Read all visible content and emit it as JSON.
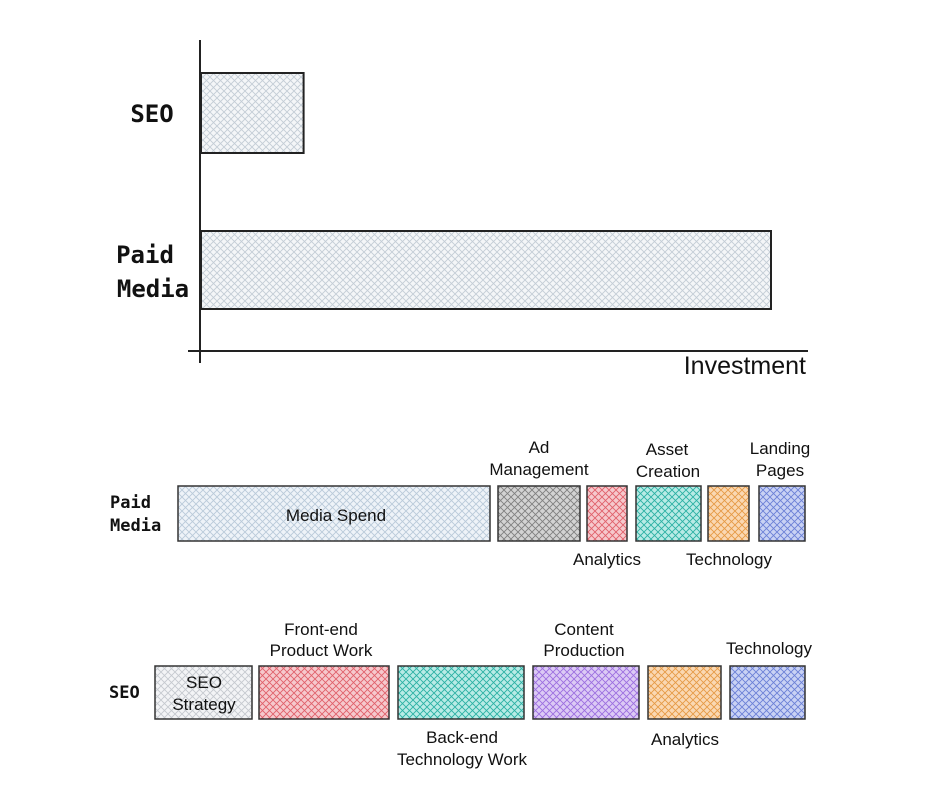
{
  "top_chart": {
    "axis_label": "Investment",
    "rows": [
      {
        "label_lines": [
          "SEO"
        ],
        "value": 18
      },
      {
        "label_lines": [
          "Paid",
          "Media"
        ],
        "value": 100
      }
    ]
  },
  "paid_media_row": {
    "label_lines": [
      "Paid",
      "Media"
    ],
    "blocks": [
      {
        "name": "media-spend",
        "inside_label": "Media Spend",
        "above_label": [],
        "below_label": [],
        "color": "#eef3f8",
        "hatch": "#b9cad9"
      },
      {
        "name": "ad-management",
        "inside_label": "",
        "above_label": [
          "Ad",
          "Management"
        ],
        "below_label": [],
        "color": "#d3d3d3",
        "hatch": "#808080"
      },
      {
        "name": "analytics",
        "inside_label": "",
        "above_label": [],
        "below_label": [
          "Analytics"
        ],
        "color": "#f6c9cd",
        "hatch": "#e0606a"
      },
      {
        "name": "asset-creation",
        "inside_label": "",
        "above_label": [
          "Asset",
          "Creation"
        ],
        "below_label": [],
        "color": "#b9ebe6",
        "hatch": "#2bb0a3"
      },
      {
        "name": "technology",
        "inside_label": "",
        "above_label": [],
        "below_label": [
          "Technology"
        ],
        "color": "#fad8b3",
        "hatch": "#e59a45"
      },
      {
        "name": "landing-pages",
        "inside_label": "",
        "above_label": [
          "Landing",
          "Pages"
        ],
        "below_label": [],
        "color": "#c9d2f4",
        "hatch": "#6b80d6"
      }
    ]
  },
  "seo_row": {
    "label_lines": [
      "SEO"
    ],
    "blocks": [
      {
        "name": "seo-strategy",
        "inside_label_lines": [
          "SEO",
          "Strategy"
        ],
        "above_label": [],
        "below_label": [],
        "color": "#f3f4f6",
        "hatch": "#c5c9cf"
      },
      {
        "name": "front-end-product-work",
        "inside_label_lines": [],
        "above_label": [
          "Front-end",
          "Product Work"
        ],
        "below_label": [],
        "color": "#f6c9cd",
        "hatch": "#e0606a"
      },
      {
        "name": "back-end-technology-work",
        "inside_label_lines": [],
        "above_label": [],
        "below_label": [
          "Back-end",
          "Technology Work"
        ],
        "color": "#b9ebe6",
        "hatch": "#2bb0a3"
      },
      {
        "name": "content-production",
        "inside_label_lines": [],
        "above_label": [
          "Content",
          "Production"
        ],
        "below_label": [],
        "color": "#dccaf5",
        "hatch": "#9c6ee0"
      },
      {
        "name": "analytics",
        "inside_label_lines": [],
        "above_label": [],
        "below_label": [
          "Analytics"
        ],
        "color": "#fad8b3",
        "hatch": "#e59a45"
      },
      {
        "name": "technology",
        "inside_label_lines": [],
        "above_label": [
          "Technology"
        ],
        "below_label": [],
        "color": "#c9d2f4",
        "hatch": "#6b80d6"
      }
    ]
  }
}
